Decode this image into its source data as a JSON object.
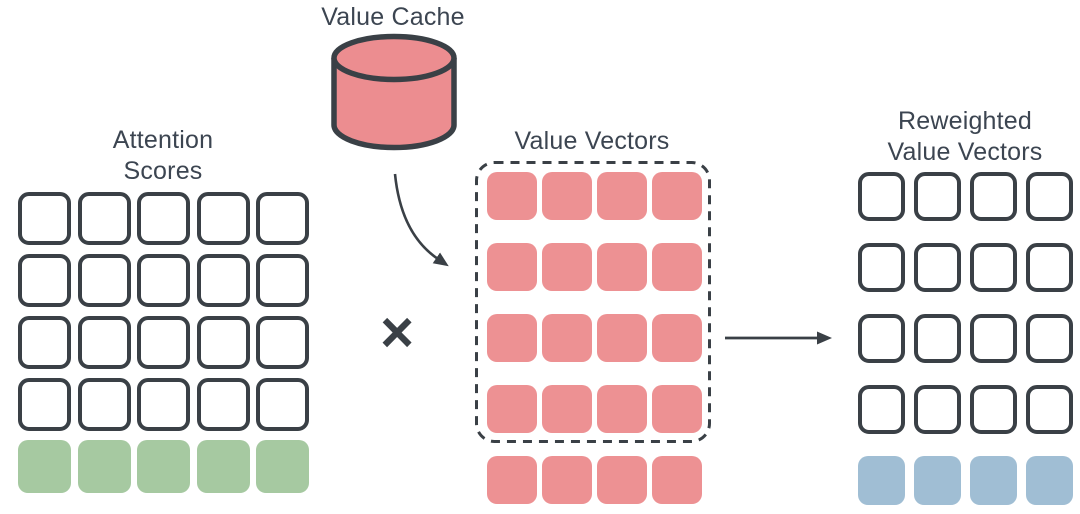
{
  "labels": {
    "value_cache": "Value Cache",
    "attention_scores": [
      "Attention",
      "Scores"
    ],
    "value_vectors": "Value Vectors",
    "reweighted_value_vectors": [
      "Reweighted",
      "Value Vectors"
    ],
    "multiply_operator": "×"
  },
  "colors": {
    "stroke": "#3a4046",
    "text": "#3c4551",
    "pink": "#ed9193",
    "green": "#a6c9a1",
    "blue": "#a0bed4",
    "cylinder_fill": "#ec8d90",
    "background": "#ffffff"
  },
  "grids": {
    "attention_scores": {
      "cols": 5,
      "rows": [
        "outline",
        "outline",
        "outline",
        "outline",
        "green"
      ]
    },
    "value_vectors": {
      "cols": 4,
      "rows": [
        "pink",
        "pink",
        "pink",
        "pink",
        "pink"
      ],
      "rows_inside_dashed_box": 4
    },
    "reweighted_value_vectors": {
      "cols": 4,
      "rows": [
        "outline",
        "outline",
        "outline",
        "outline",
        "blue"
      ]
    }
  }
}
